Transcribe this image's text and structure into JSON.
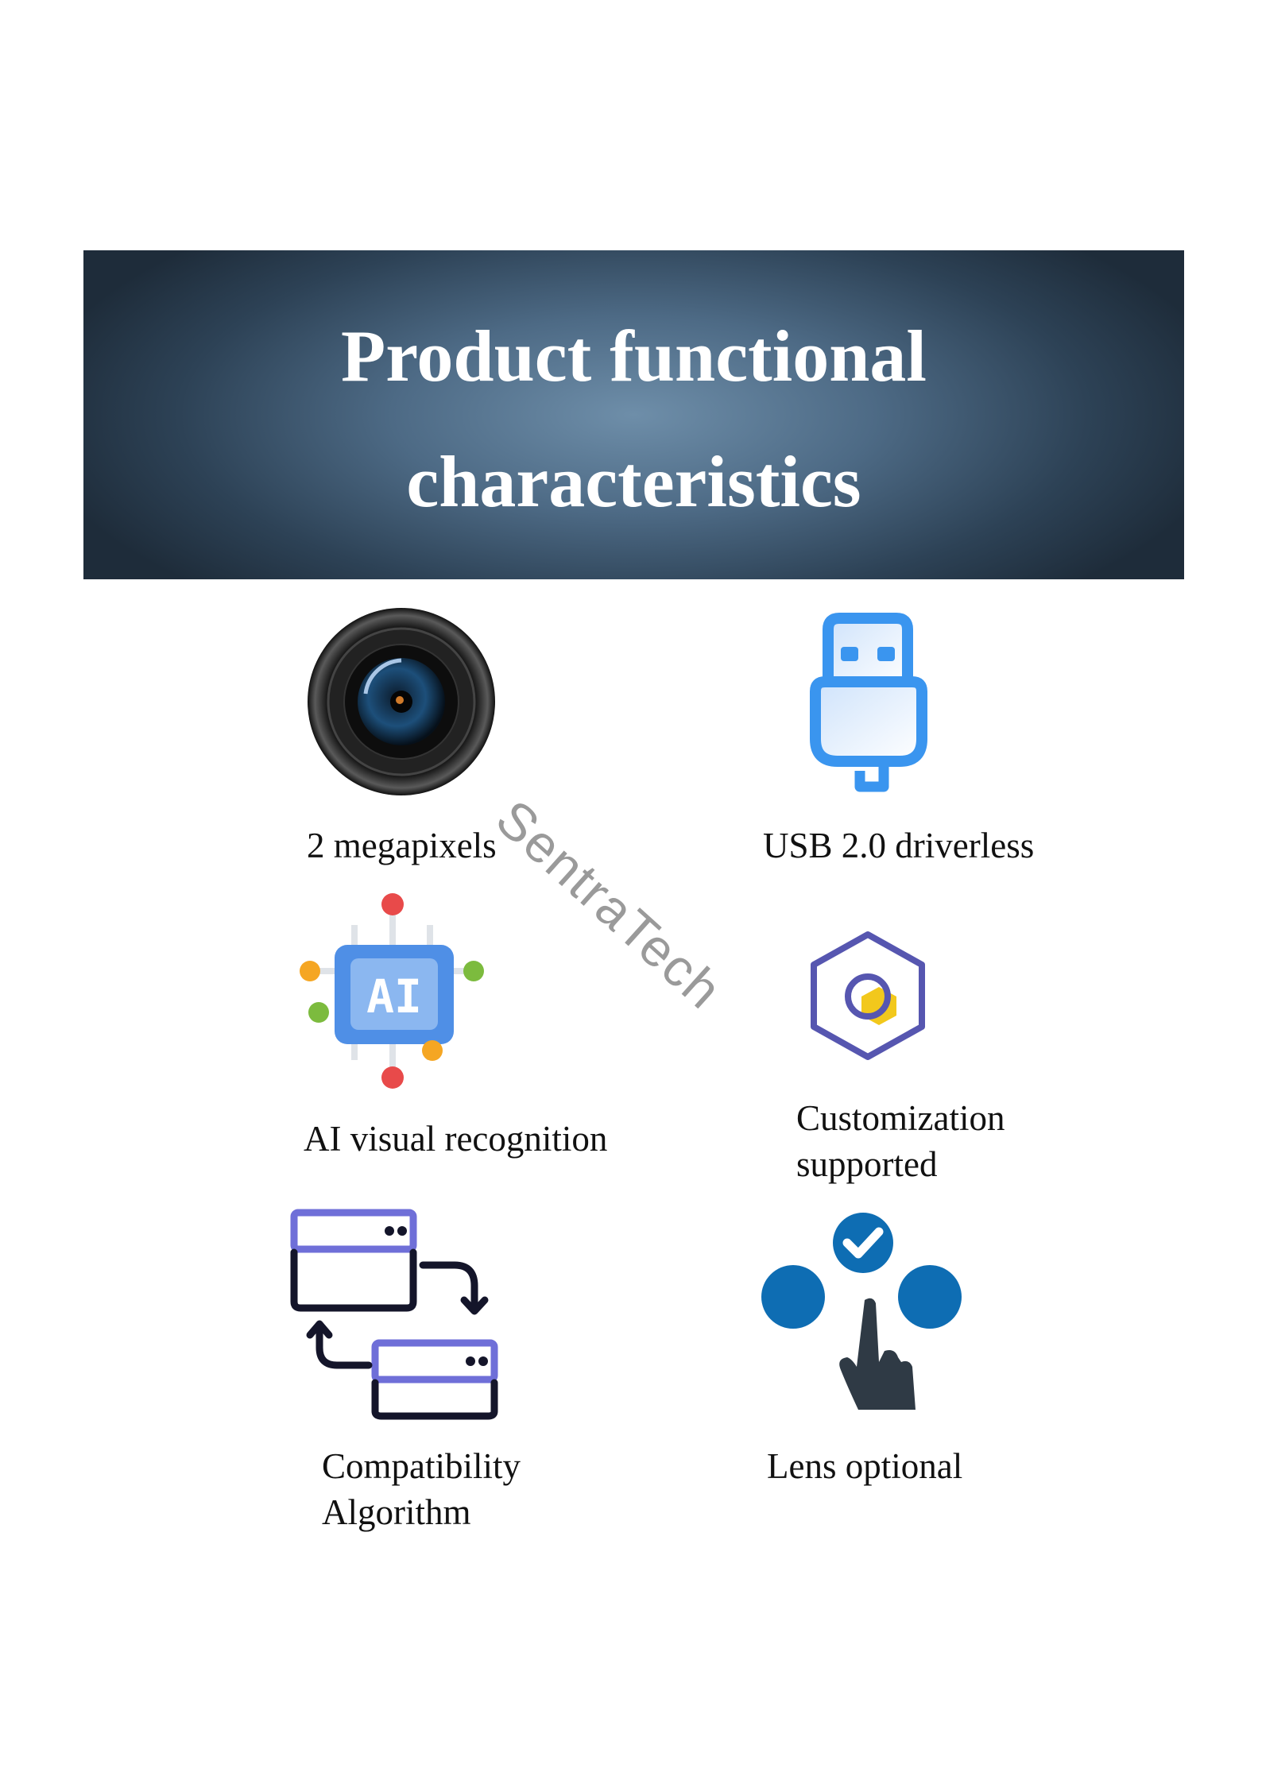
{
  "banner": {
    "line1": "Product functional",
    "line2": "characteristics"
  },
  "features": [
    {
      "label": "2 megapixels",
      "icon": "camera-lens-icon"
    },
    {
      "label": "USB 2.0 driverless",
      "icon": "usb-icon"
    },
    {
      "label": "AI visual recognition",
      "icon": "ai-chip-icon"
    },
    {
      "label_line1": "Customization",
      "label_line2": "supported",
      "icon": "hexagon-customize-icon"
    },
    {
      "label_line1": "Compatibility",
      "label_line2": "Algorithm",
      "icon": "window-swap-icon"
    },
    {
      "label": "Lens optional",
      "icon": "hand-select-icon"
    }
  ],
  "watermark": "SentraTech",
  "colors": {
    "usb_blue": "#3a95ef",
    "hex_purple": "#5656b0",
    "hex_yellow": "#f2c81c",
    "hand_blue": "#0e6db3",
    "hand_dark": "#2f3a45"
  }
}
